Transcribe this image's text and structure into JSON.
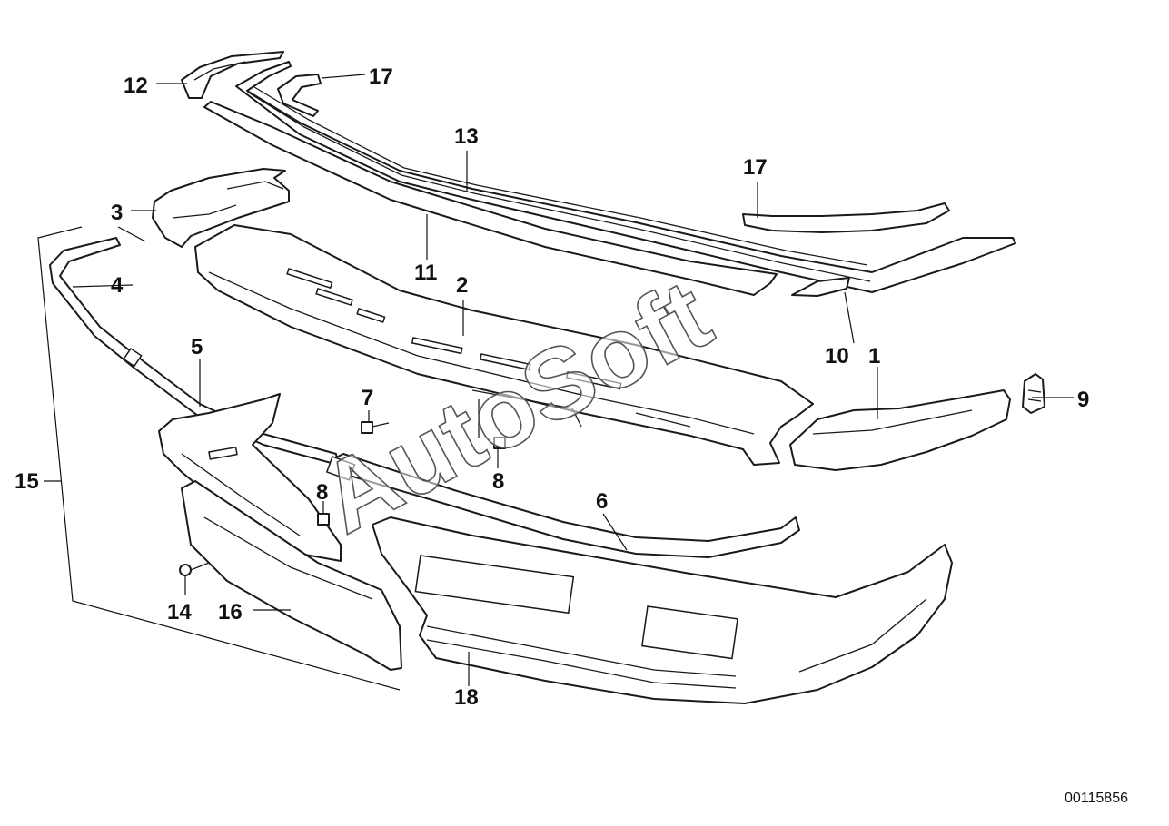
{
  "diagram": {
    "document_number": "00115856",
    "watermark": "AutoSoft",
    "callouts": {
      "c1": "1",
      "c2": "2",
      "c3": "3",
      "c4": "4",
      "c5": "5",
      "c6": "6",
      "c7": "7",
      "c8a": "8",
      "c8b": "8",
      "c9": "9",
      "c10": "10",
      "c11": "11",
      "c12": "12",
      "c13": "13",
      "c14": "14",
      "c15": "15",
      "c16": "16",
      "c17a": "17",
      "c17b": "17",
      "c18": "18"
    }
  }
}
